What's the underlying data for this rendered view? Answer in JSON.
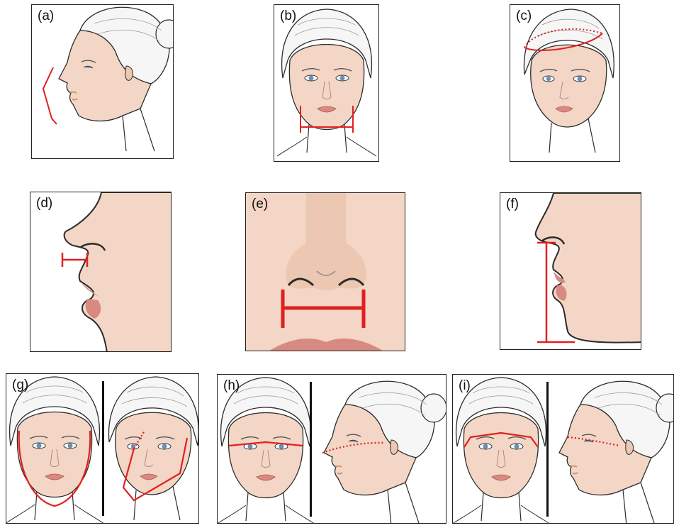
{
  "panels": [
    {
      "id": "a",
      "label": "(a)"
    },
    {
      "id": "b",
      "label": "(b)"
    },
    {
      "id": "c",
      "label": "(c)"
    },
    {
      "id": "d",
      "label": "(d)"
    },
    {
      "id": "e",
      "label": "(e)"
    },
    {
      "id": "f",
      "label": "(f)"
    },
    {
      "id": "g",
      "label": "(g)"
    },
    {
      "id": "h",
      "label": "(h)"
    },
    {
      "id": "i",
      "label": "(i)"
    }
  ],
  "colors": {
    "skin": "#f3d6c5",
    "skin_dark": "#ecc8b2",
    "outline": "#2b2b2b",
    "hair": "#f6f6f6",
    "lips": "#d98a80",
    "measure": "#e02020"
  },
  "icons": {
    "face_front": "woman-face-front-icon",
    "face_profile": "woman-face-profile-icon",
    "face_three_quarter": "woman-face-three-quarter-icon"
  }
}
